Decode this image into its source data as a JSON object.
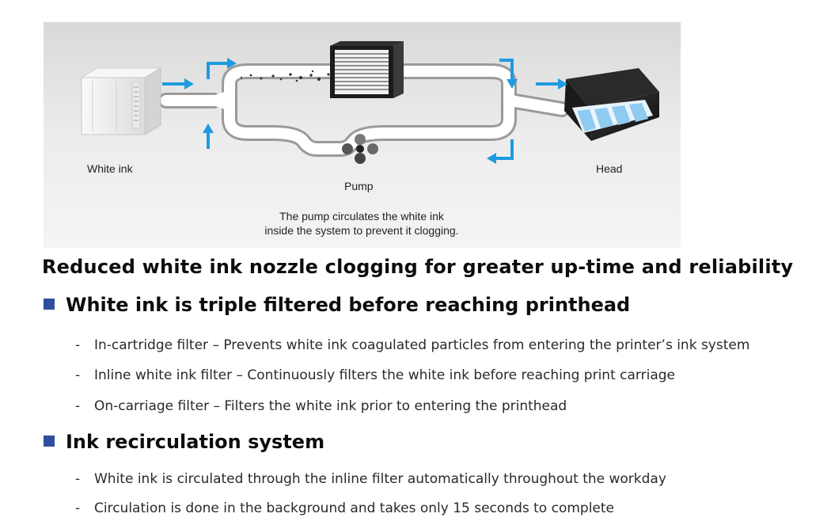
{
  "diagram": {
    "label_white_ink": "White ink",
    "label_pump": "Pump",
    "label_head": "Head",
    "caption_line1": "The pump circulates the white ink",
    "caption_line2": "inside the system to prevent it clogging.",
    "colors": {
      "arrow": "#1e9be0",
      "background": "#e6e6e6",
      "head_stripes": "#9fd4f5"
    }
  },
  "heading": "Reduced white ink nozzle clogging for greater up-time and reliability",
  "sections": [
    {
      "title": "White ink is triple filtered before reaching printhead",
      "items": [
        "In-cartridge filter – Prevents white ink coagulated particles from entering the printer’s ink system",
        "Inline white ink filter – Continuously filters the white ink before reaching print carriage",
        "On-carriage filter – Filters the white ink prior to entering the printhead"
      ]
    },
    {
      "title": "Ink recirculation system",
      "items": [
        "White ink is circulated through the inline filter automatically throughout the workday",
        "Circulation is done in the background and takes only 15 seconds to complete"
      ]
    }
  ],
  "bullet_color": "#2f4f9e",
  "dash": "-"
}
